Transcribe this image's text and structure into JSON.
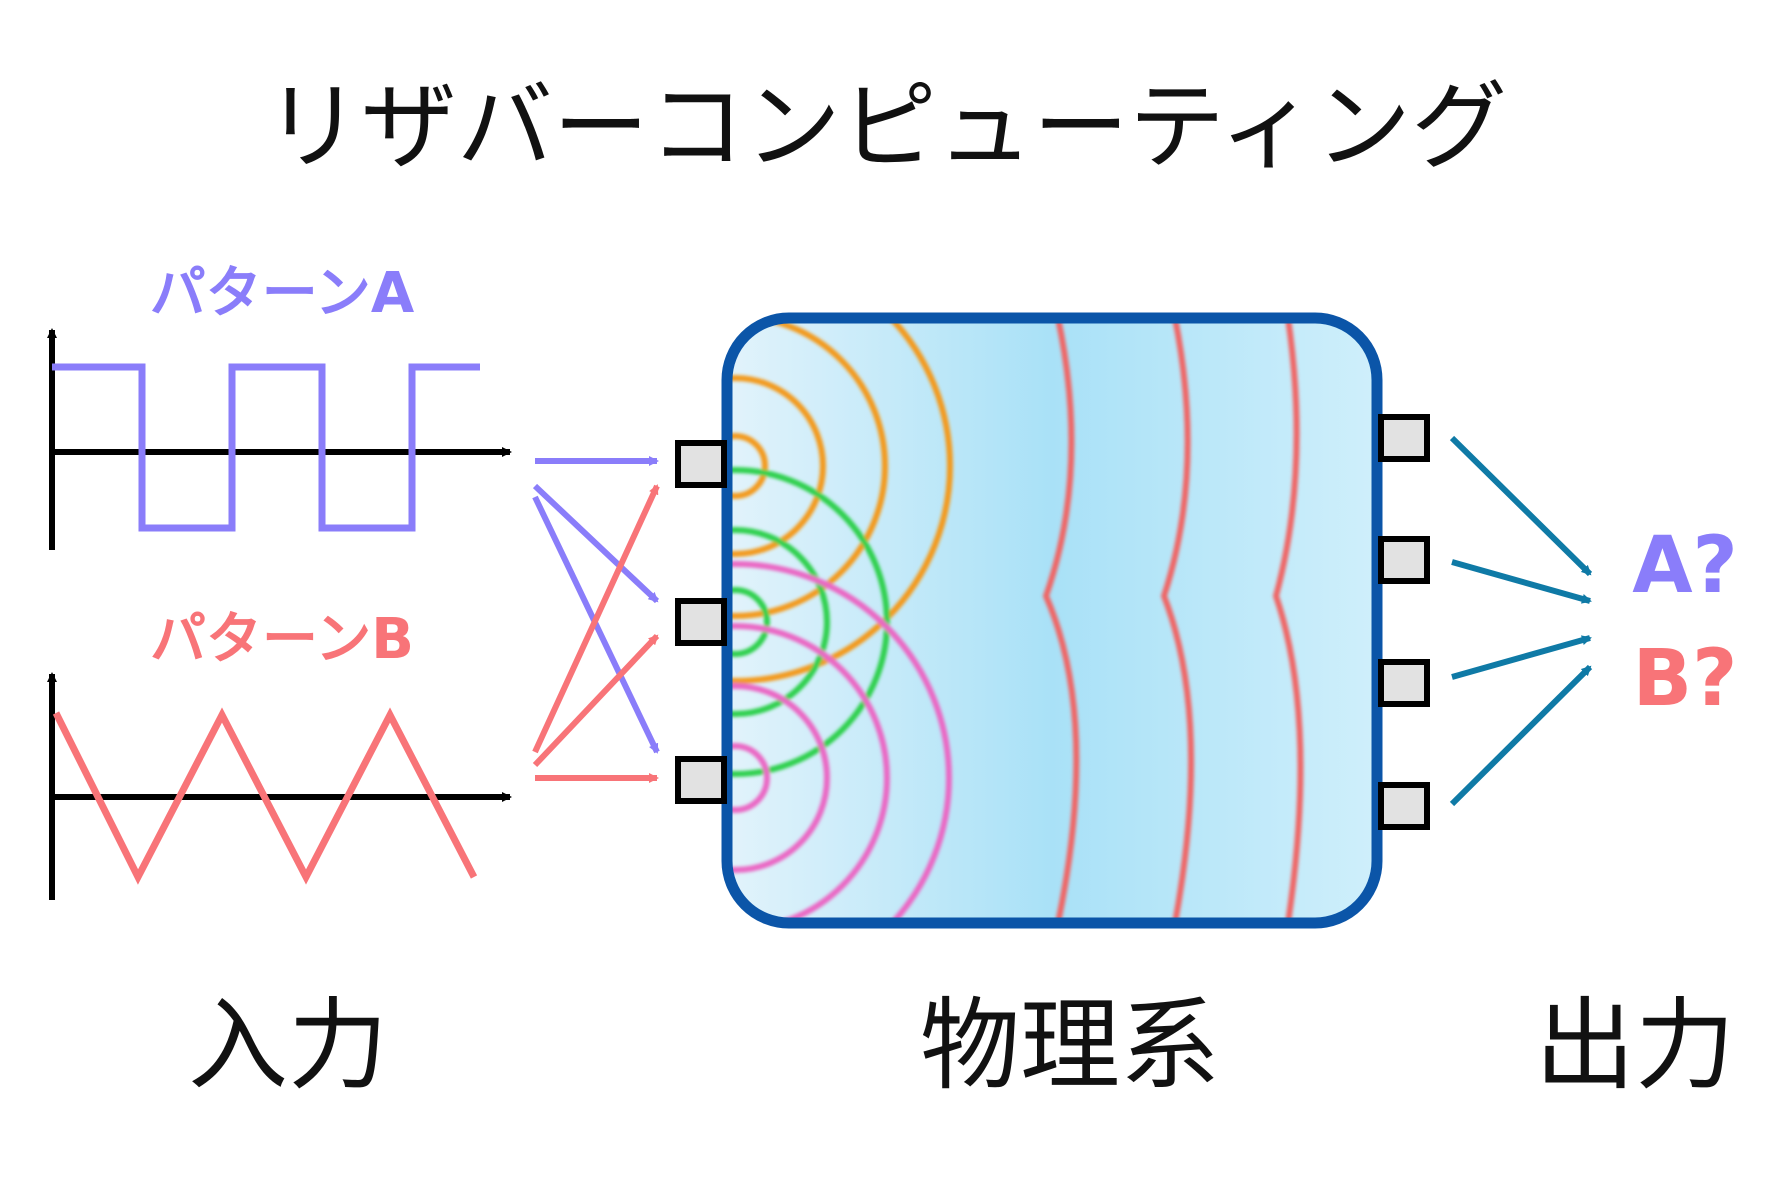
{
  "title": "リザバーコンピューティング",
  "input": {
    "label": "入力",
    "pattern_a": {
      "label": "パターンA",
      "color": "#8a7dfa"
    },
    "pattern_b": {
      "label": "パターンB",
      "color": "#f87478"
    }
  },
  "system": {
    "label": "物理系",
    "border_color": "#0b55a8",
    "wave_colors": [
      "#f39a1e",
      "#2dd04e",
      "#ea68c4",
      "#ef6666"
    ]
  },
  "output": {
    "label": "出力",
    "a_label": "A?",
    "b_label": "B?",
    "arrow_color": "#0f7aa6"
  }
}
